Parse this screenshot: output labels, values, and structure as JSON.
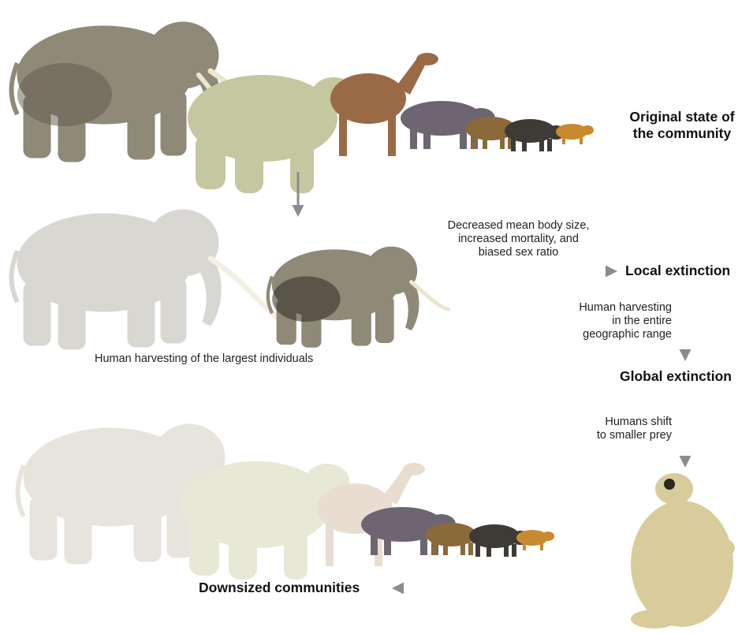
{
  "labels": {
    "original_state": "Original state of\nthe community",
    "local_extinction": "Local extinction",
    "global_extinction": "Global extinction",
    "downsized_communities": "Downsized communities",
    "harvest_largest": "Human harvesting of the largest individuals",
    "body_size_effects": "Decreased mean body size,\nincreased mortality, and\nbiased sex ratio",
    "harvest_range": "Human harvesting\nin the entire\ngeographic range",
    "shift_prey": "Humans shift\nto smaller prey"
  },
  "colors": {
    "arrow": "#8c8c8c",
    "elephant_body": "#8f8a78",
    "elephant_dark": "#2e2a22",
    "sloth_fur": "#c4c7a0",
    "llama_body": "#9a6a46",
    "tapir_body": "#6e6572",
    "peccary_body": "#8a6a3a",
    "rodent_body": "#c9892f",
    "tusk": "#ece6cf",
    "sloth_standing": "#d9cc9c"
  },
  "icons": {
    "elephant": "gomphothere-icon",
    "sloth": "ground-sloth-icon",
    "llama": "macrauchenia-icon",
    "tapir": "tapir-icon",
    "peccary": "peccary-icon",
    "rodent": "agouti-icon"
  }
}
